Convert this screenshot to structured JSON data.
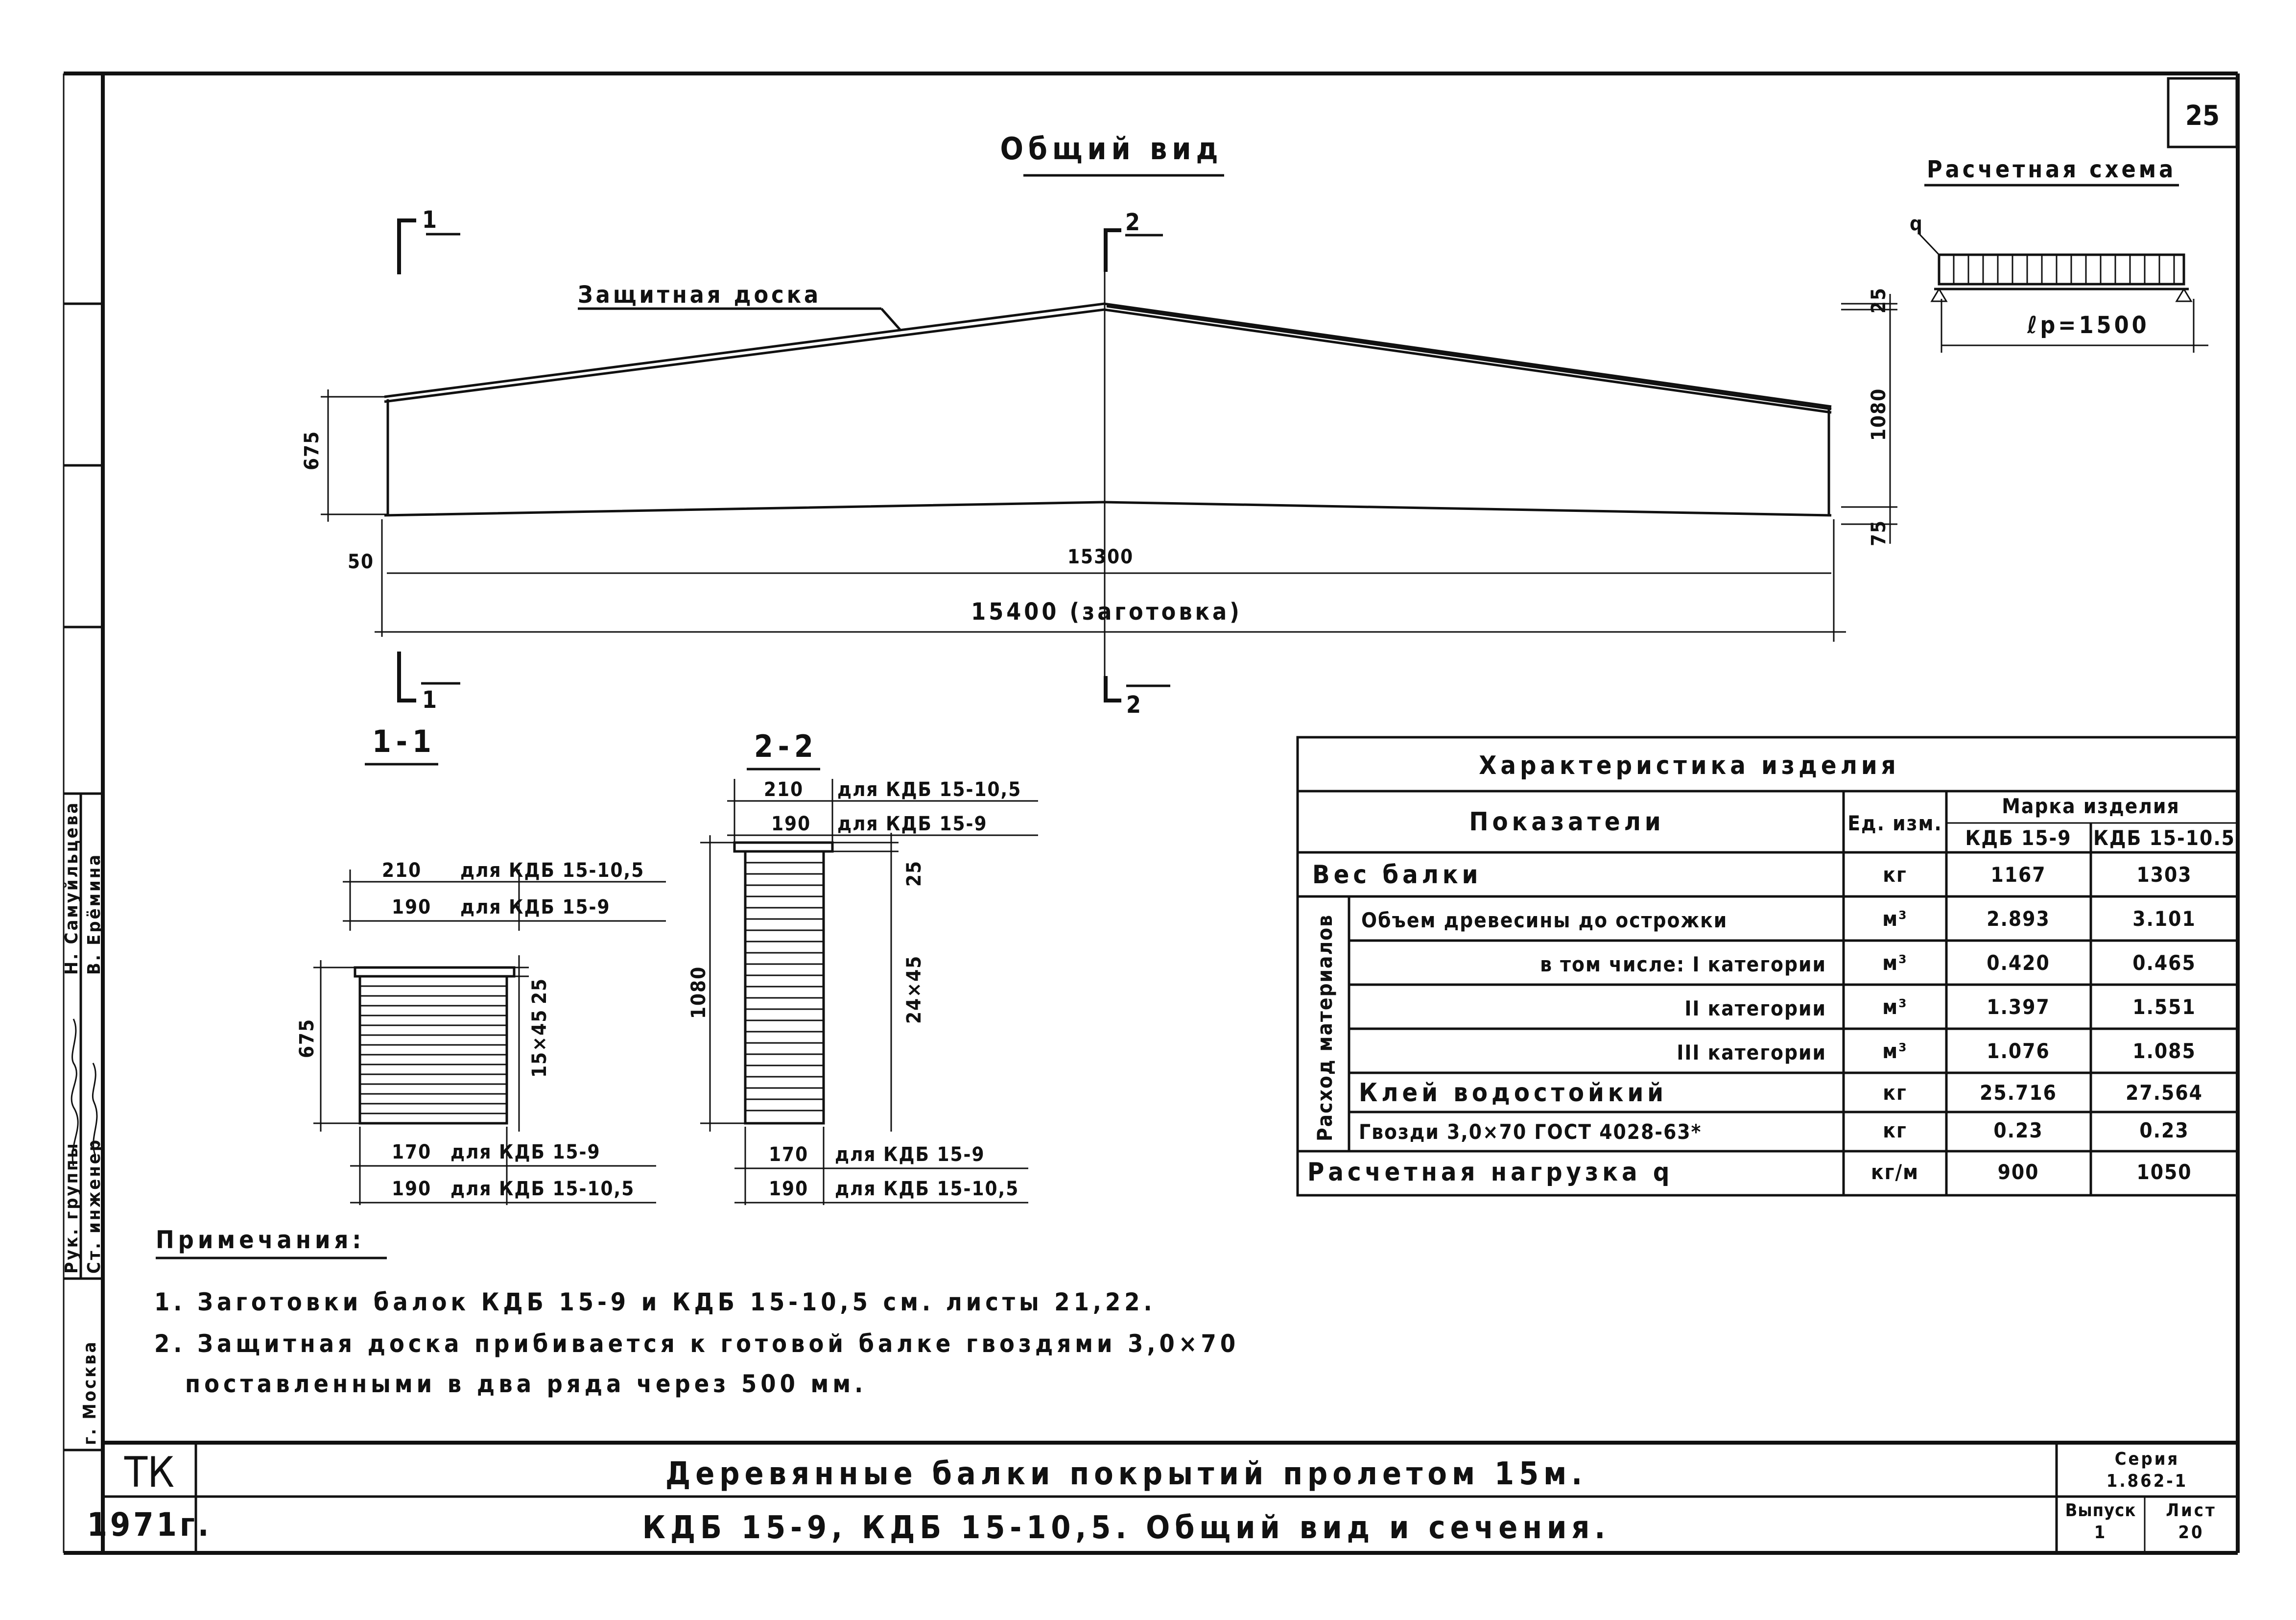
{
  "sheet_number": "25",
  "general_view": {
    "title": "Общий вид",
    "protective_board_label": "Защитная доска",
    "section_marks": [
      "1",
      "2"
    ],
    "dims": {
      "h_left": "675",
      "h_center": "1080",
      "top_offset": "25",
      "bottom_offset": "75",
      "edge_offset": "50",
      "span": "15300",
      "blank_length": "15400 (заготовка)"
    }
  },
  "calc_scheme": {
    "title": "Расчетная схема",
    "load_symbol": "q",
    "span_label": "ℓp=1500"
  },
  "section_1": {
    "title": "1-1",
    "top1_value": "210",
    "top1_label": "для КДБ 15-10,5",
    "top2_value": "190",
    "top2_label": "для КДБ 15-9",
    "height": "675",
    "board_offset": "25",
    "layers": "15×45",
    "bot1_value": "170",
    "bot1_label": "для КДБ 15-9",
    "bot2_value": "190",
    "bot2_label": "для КДБ 15-10,5"
  },
  "section_2": {
    "title": "2-2",
    "top1_value": "210",
    "top1_label": "для КДБ 15-10,5",
    "top2_value": "190",
    "top2_label": "для КДБ 15-9",
    "height": "1080",
    "board_offset": "25",
    "layers": "24×45",
    "bot1_value": "170",
    "bot1_label": "для КДБ 15-9",
    "bot2_value": "190",
    "bot2_label": "для КДБ 15-10,5"
  },
  "spec_table": {
    "title": "Характеристика изделия",
    "col_indicators": "Показатели",
    "col_unit": "Ед. изм.",
    "col_brand": "Марка изделия",
    "brand_1": "КДБ 15-9",
    "brand_2": "КДБ 15-10.5",
    "group_label": "Расход материалов",
    "rows": [
      {
        "label": "Вес балки",
        "unit": "кг",
        "v1": "1167",
        "v2": "1303"
      },
      {
        "label": "Объем древесины до острожки",
        "unit": "м³",
        "v1": "2.893",
        "v2": "3.101"
      },
      {
        "label": "в том числе: I категории",
        "unit": "м³",
        "v1": "0.420",
        "v2": "0.465"
      },
      {
        "label": "II категории",
        "unit": "м³",
        "v1": "1.397",
        "v2": "1.551"
      },
      {
        "label": "III категории",
        "unit": "м³",
        "v1": "1.076",
        "v2": "1.085"
      },
      {
        "label": "Клей водостойкий",
        "unit": "кг",
        "v1": "25.716",
        "v2": "27.564"
      },
      {
        "label": "Гвозди 3,0×70 ГОСТ 4028-63*",
        "unit": "кг",
        "v1": "0.23",
        "v2": "0.23"
      },
      {
        "label": "Расчетная нагрузка q",
        "unit": "кг/м",
        "v1": "900",
        "v2": "1050"
      }
    ]
  },
  "notes": {
    "title": "Примечания:",
    "items": [
      "1. Заготовки балок КДБ 15-9 и КДБ 15-10,5 см. листы 21,22.",
      "2. Защитная доска прибивается к готовой балке гвоздями 3,0×70",
      "поставленными в два ряда через 500 мм."
    ]
  },
  "side_stamp": {
    "role_1": "Рук. группы",
    "role_2": "Ст. инженер",
    "name_1": "Н. Самуйльцева",
    "name_2": "В. Ерёмина",
    "city": "г. Москва"
  },
  "title_block": {
    "org": "ТК",
    "year": "1971г.",
    "title_line_1": "Деревянные балки покрытий пролетом 15м.",
    "title_line_2": "КДБ 15-9, КДБ 15-10,5. Общий вид и сечения.",
    "series_label": "Серия",
    "series_value": "1.862-1",
    "issue_label": "Выпуск",
    "issue_value": "1",
    "sheet_label": "Лист",
    "sheet_value": "20"
  }
}
